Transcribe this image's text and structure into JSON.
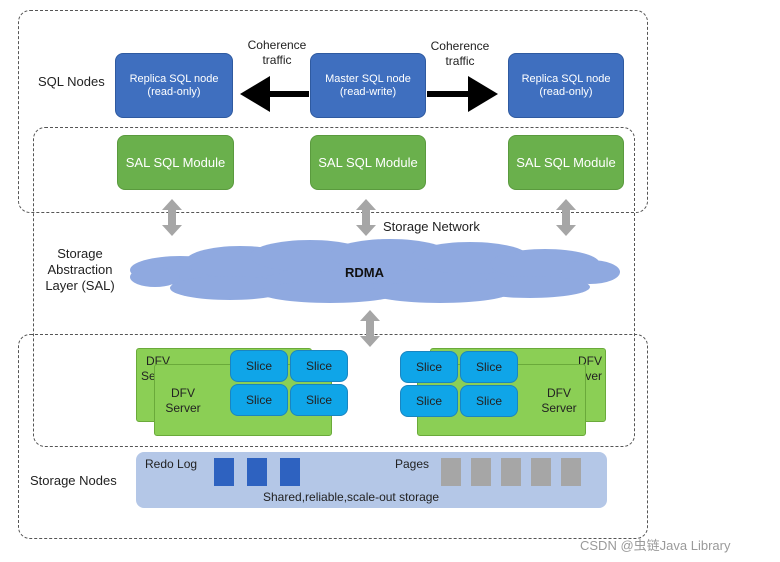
{
  "labels": {
    "sql_nodes": "SQL Nodes",
    "sal": [
      "Storage",
      "Abstraction",
      "Layer (SAL)"
    ],
    "storage_nodes": "Storage Nodes",
    "storage_network": "Storage Network"
  },
  "coherence": {
    "left": [
      "Coherence",
      "traffic"
    ],
    "right": [
      "Coherence",
      "traffic"
    ]
  },
  "sql_nodes": [
    {
      "name": "Replica SQL node",
      "mode": "(read-only)"
    },
    {
      "name": "Master SQL node",
      "mode": "(read-write)"
    },
    {
      "name": "Replica SQL node",
      "mode": "(read-only)"
    }
  ],
  "sal_modules": [
    "SAL SQL Module",
    "SAL SQL Module",
    "SAL SQL Module"
  ],
  "rdma": "RDMA",
  "dfv": {
    "back_left": [
      "DFV",
      "Se"
    ],
    "front_left": [
      "DFV",
      "Server"
    ],
    "back_right": [
      "DFV",
      "ver"
    ],
    "front_right": [
      "DFV",
      "Server"
    ]
  },
  "slice_label": "Slice",
  "storage": {
    "redo_log": "Redo Log",
    "pages": "Pages",
    "caption": "Shared,reliable,scale-out storage"
  },
  "watermark": "CSDN @虫链Java Library",
  "colors": {
    "sql_node": "#3f6fbf",
    "sal_module": "#6ab04c",
    "cloud": "#8fa9e0",
    "dfv": "#8bcf55",
    "slice": "#0fa5e8",
    "storage_bg": "#b4c7e7",
    "redo_block": "#2e62c0",
    "page_block": "#a6a6a6"
  }
}
